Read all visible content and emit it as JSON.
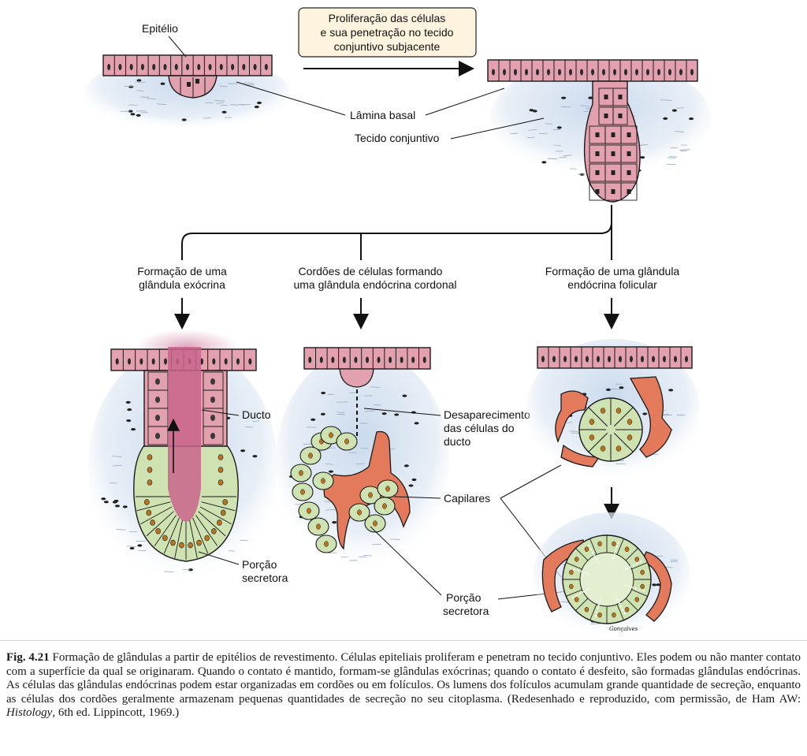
{
  "labels": {
    "epitelio": "Epitélio",
    "process_box": [
      "Proliferação das células",
      "e sua penetração no tecido",
      "conjuntivo subjacente"
    ],
    "lamina_basal": "Lâmina basal",
    "tecido_conjuntivo": "Tecido conjuntivo",
    "exocrine_title": [
      "Formação de uma",
      "glândula exócrina"
    ],
    "cordonal_title": [
      "Cordões de células formando",
      "uma glândula endócrina cordonal"
    ],
    "folicular_title": [
      "Formação de uma glândula",
      "endócrina folicular"
    ],
    "ducto": "Ducto",
    "porcao_secretora_1": [
      "Porção",
      "secretora"
    ],
    "desaparecimento": [
      "Desaparecimento",
      "das células do",
      "ducto"
    ],
    "capilares": "Capilares",
    "porcao_secretora_2": [
      "Porção",
      "secretora"
    ],
    "signature": "Gonçalves"
  },
  "caption": {
    "fig_number": "Fig. 4.21",
    "text_1": " Formação de glândulas a partir de epitélios de revestimento. Células epiteliais proliferam e penetram no tecido conjuntivo. Eles podem ou não manter contato com a superfície da qual se originaram. Quando o contato é mantido, formam-se glândulas exócrinas; quando o contato é desfeito, são formadas glândulas endócrinas. As células das glândulas endócrinas podem estar organizadas em cordões ou em folículos. Os lumens dos folículos acumulam grande quantidade de secreção, enquanto as células dos cordões geralmente armazenam pequenas quantidades de secreção no seu citoplasma. (Redesenhado e reproduzido, com permissão, de Ham AW: ",
    "book": "Histology",
    "text_2": ", 6th ed. Lippincott, 1969.)"
  },
  "colors": {
    "epithelium": "#e3a0ae",
    "secretory": "#cfe3b2",
    "capillary": "#e37a5c",
    "connective_tissue": "#d9e4f1",
    "outline": "#1a1a1a",
    "secretion": "#c9648c"
  }
}
